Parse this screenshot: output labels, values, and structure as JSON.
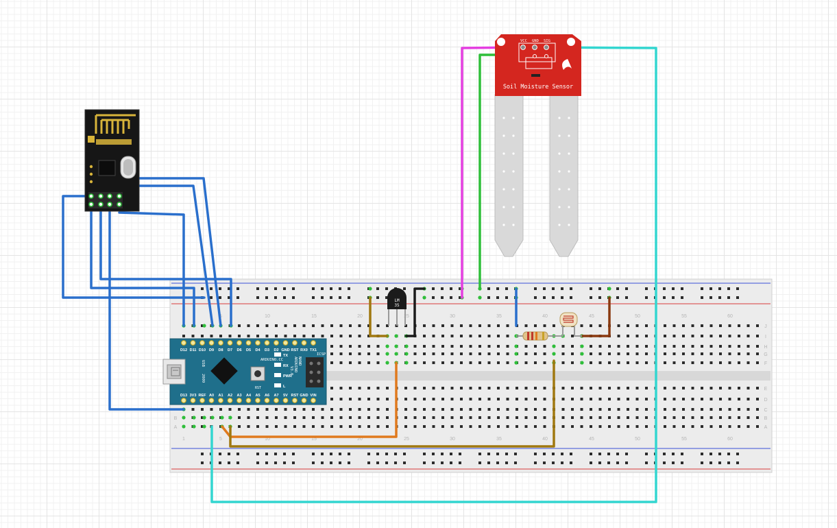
{
  "breadboard": {
    "column_numbers_top": [
      "1",
      "5",
      "10",
      "15",
      "20",
      "25",
      "30",
      "35",
      "40",
      "45",
      "50",
      "55",
      "60"
    ],
    "column_numbers_bottom": [
      "1",
      "5",
      "10",
      "15",
      "20",
      "25",
      "30",
      "35",
      "40",
      "45",
      "50",
      "55",
      "60"
    ],
    "row_letters_right_top": [
      "J",
      "I",
      "H",
      "G",
      "F"
    ],
    "row_letters_right_bottom": [
      "E",
      "D",
      "C",
      "B",
      "A"
    ],
    "row_letters_left": [
      "A",
      "B"
    ]
  },
  "soil_sensor": {
    "title": "Soil Moisture Sensor",
    "pin_vcc": "VCC",
    "pin_gnd": "GND",
    "pin_sig": "SIG"
  },
  "arduino": {
    "top_pins": [
      "D12",
      "D11",
      "D10",
      "D9",
      "D8",
      "D7",
      "D6",
      "D5",
      "D4",
      "D3",
      "D2",
      "GND",
      "RST",
      "RX0",
      "TX1"
    ],
    "bottom_pins": [
      "D13",
      "3V3",
      "REF",
      "A0",
      "A1",
      "A2",
      "A3",
      "A4",
      "A5",
      "A6",
      "A7",
      "5V",
      "RST",
      "GND",
      "VIN"
    ],
    "brand": "ARDUINO.CC",
    "board": "ARDUINO",
    "model": "NANO",
    "version": "V3.0",
    "year": "2009",
    "usb": "USB",
    "rst": "RST",
    "icsp": "ICSP",
    "led_labels": [
      "TX",
      "RX",
      "PWR",
      "L"
    ]
  },
  "temp_sensor": {
    "label": "LM",
    "label2": "35"
  },
  "colors": {
    "wire_blue": "#2a6fcc",
    "wire_cyan": "#33d6d0",
    "wire_magenta": "#e43ee0",
    "wire_green": "#2fbf3a",
    "wire_orange": "#e07a1e",
    "wire_olive": "#a07810",
    "wire_brown": "#8a3a10",
    "wire_black": "#1b1b1b",
    "sensor_red": "#d4261f",
    "arduino_blue": "#1f6f8b",
    "breadboard": "#e9e9e9"
  }
}
